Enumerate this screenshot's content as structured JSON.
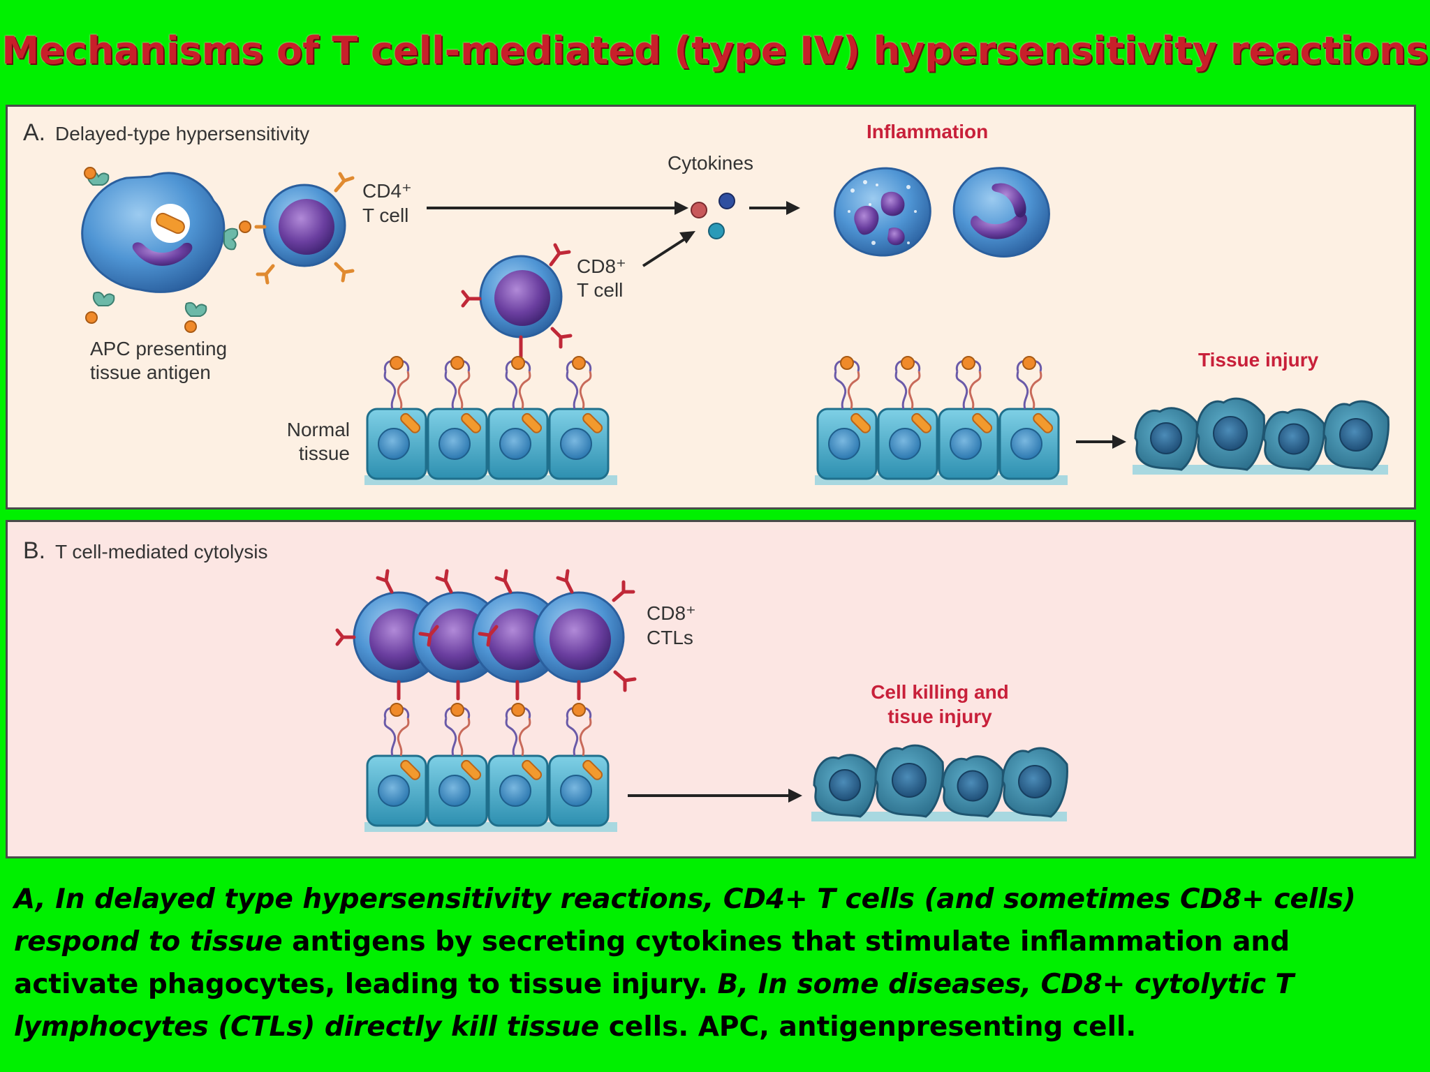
{
  "title": "Mechanisms of T cell-mediated (type IV) hypersensitivity reactions",
  "panel_a": {
    "heading_letter": "A.",
    "heading": "Delayed-type hypersensitivity",
    "apc_label_1": "APC presenting",
    "apc_label_2": "tissue antigen",
    "cd4_label_1": "CD4⁺",
    "cd4_label_2": "T cell",
    "cd8_label_1": "CD8⁺",
    "cd8_label_2": "T cell",
    "cytokines_label": "Cytokines",
    "inflammation_label": "Inflammation",
    "normal_label_1": "Normal",
    "normal_label_2": "tissue",
    "tissue_injury_label": "Tissue injury"
  },
  "panel_b": {
    "heading_letter": "B.",
    "heading": "T cell-mediated cytolysis",
    "ctl_label_1": "CD8⁺",
    "ctl_label_2": "CTLs",
    "killing_label_1": "Cell killing and",
    "killing_label_2": "tisue injury"
  },
  "caption": {
    "part1": "A, In delayed type hypersensitivity reactions, CD4+ T cells (and sometimes CD8+ cells) respond to tissue",
    "part2": " antigens by secreting cytokines that stimulate inflammation and activate phagocytes, leading to tissue injury. ",
    "part3": "B, In some diseases, CD8+ cytolytic T lymphocytes (CTLs) directly kill tissue",
    "part4": " cells. APC, antigenpresenting cell."
  },
  "colors": {
    "background": "#00f000",
    "title": "#c8202a",
    "panel_a_bg": "#fdf0e3",
    "panel_b_bg": "#fce6e3",
    "red_label": "#c8203a",
    "cell_blue": "#3d86c8",
    "nucleus_purple": "#6e4aa6",
    "tissue_teal": "#3aa6c2"
  }
}
